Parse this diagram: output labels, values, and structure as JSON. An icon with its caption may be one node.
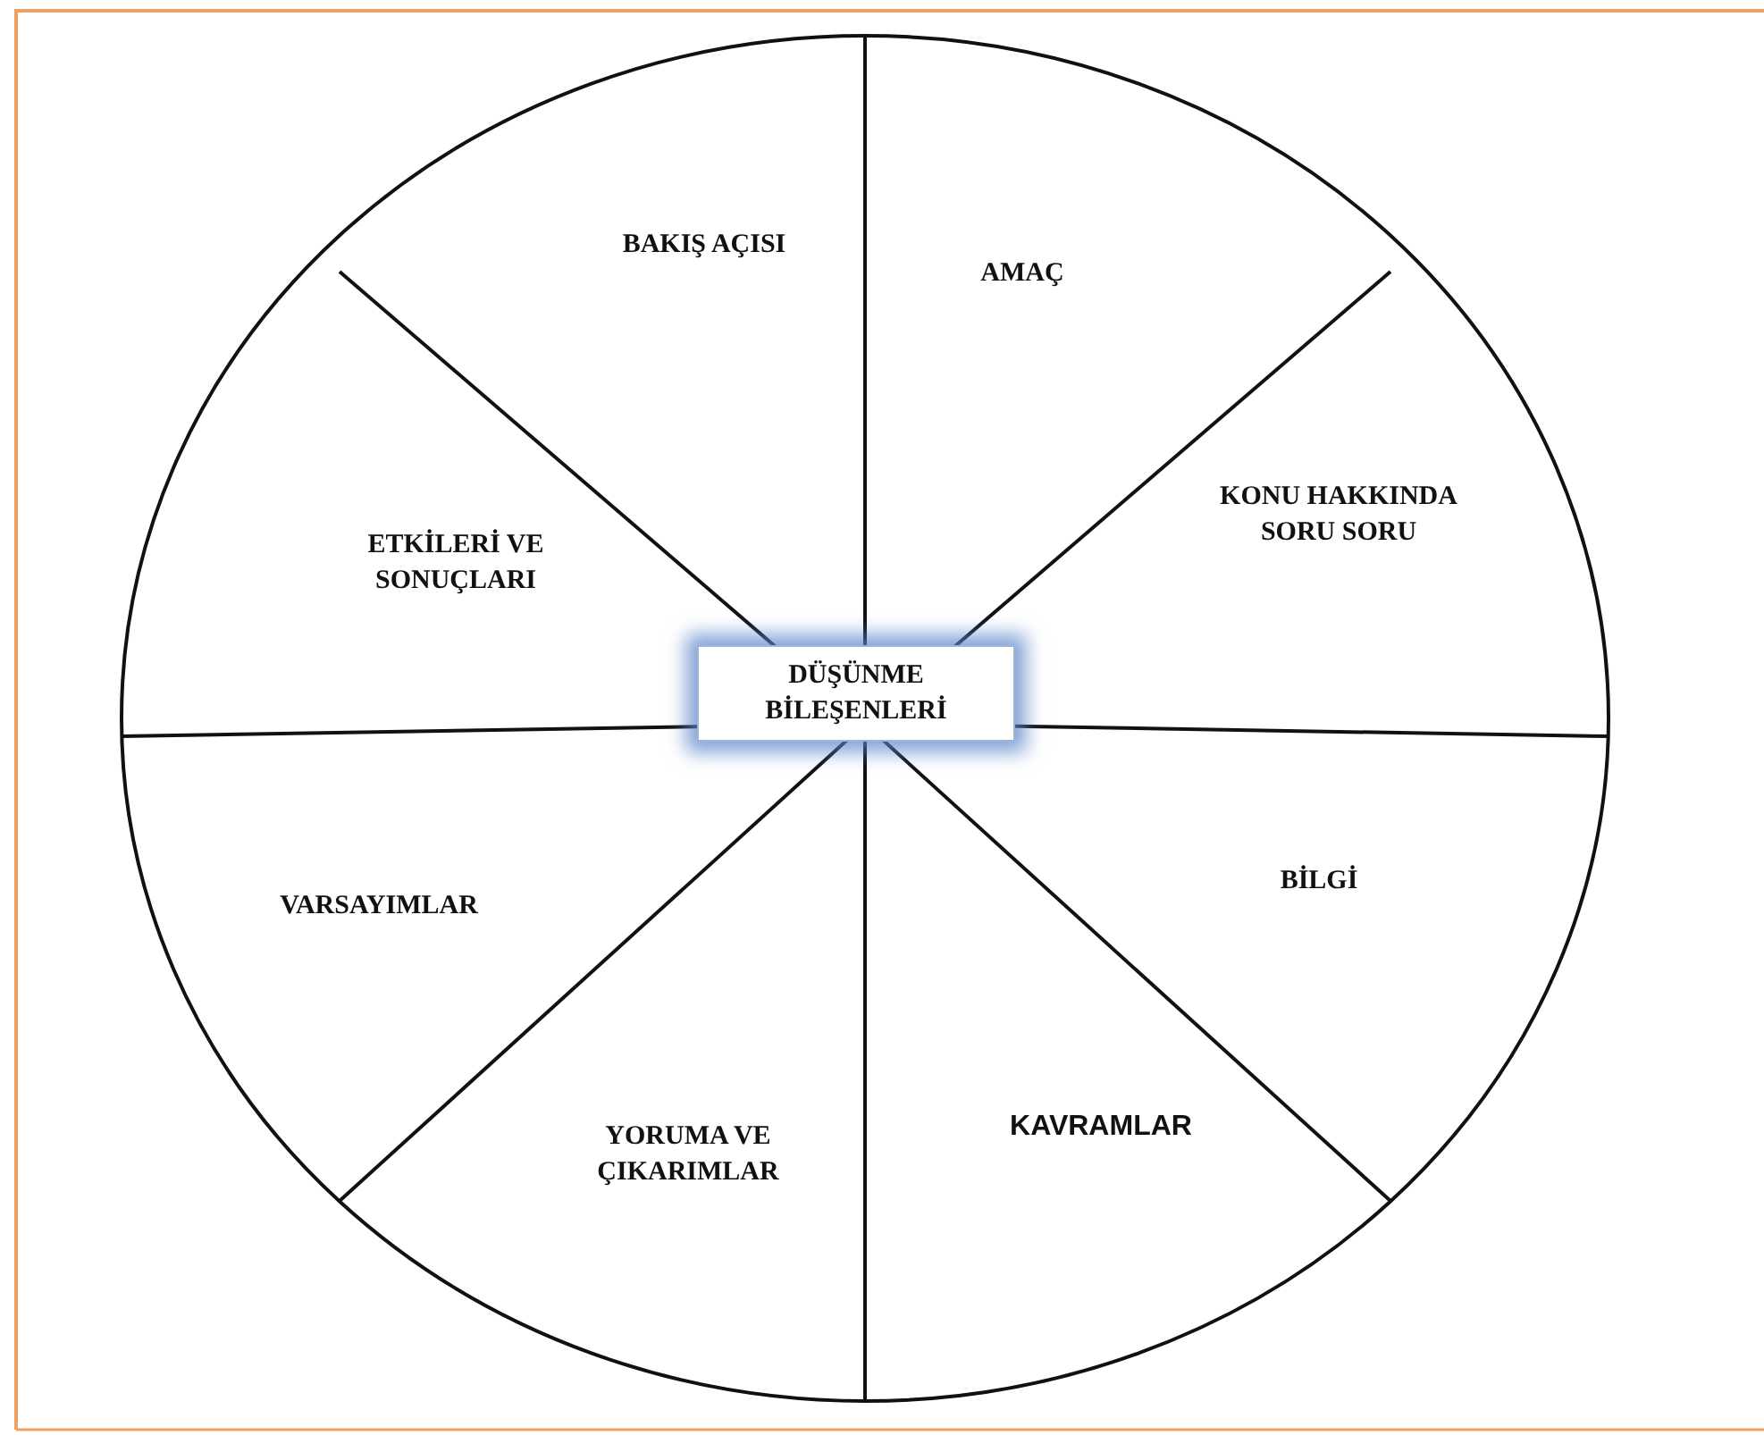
{
  "diagram": {
    "nodes": [
      {
        "text": [
          "BAKIŞ AÇISI"
        ]
      },
      {
        "text": [
          "AMAÇ"
        ]
      },
      {
        "text": [
          "KONU HAKKINDA SORU SORU"
        ]
      },
      {
        "text": [
          "ETKİLERİ VE SONUÇLARI"
        ]
      },
      {
        "text": [
          "DÜŞÜNME BİLEŞENLERİ"
        ]
      },
      {
        "text": [
          "VARSAYIMLAR"
        ]
      },
      {
        "text": [
          "BİLGİ"
        ]
      },
      {
        "text": [
          "YORUMA VE ÇIKARIMLAR"
        ]
      },
      {
        "text": [
          "KAVRAMLAR"
        ]
      }
    ]
  }
}
